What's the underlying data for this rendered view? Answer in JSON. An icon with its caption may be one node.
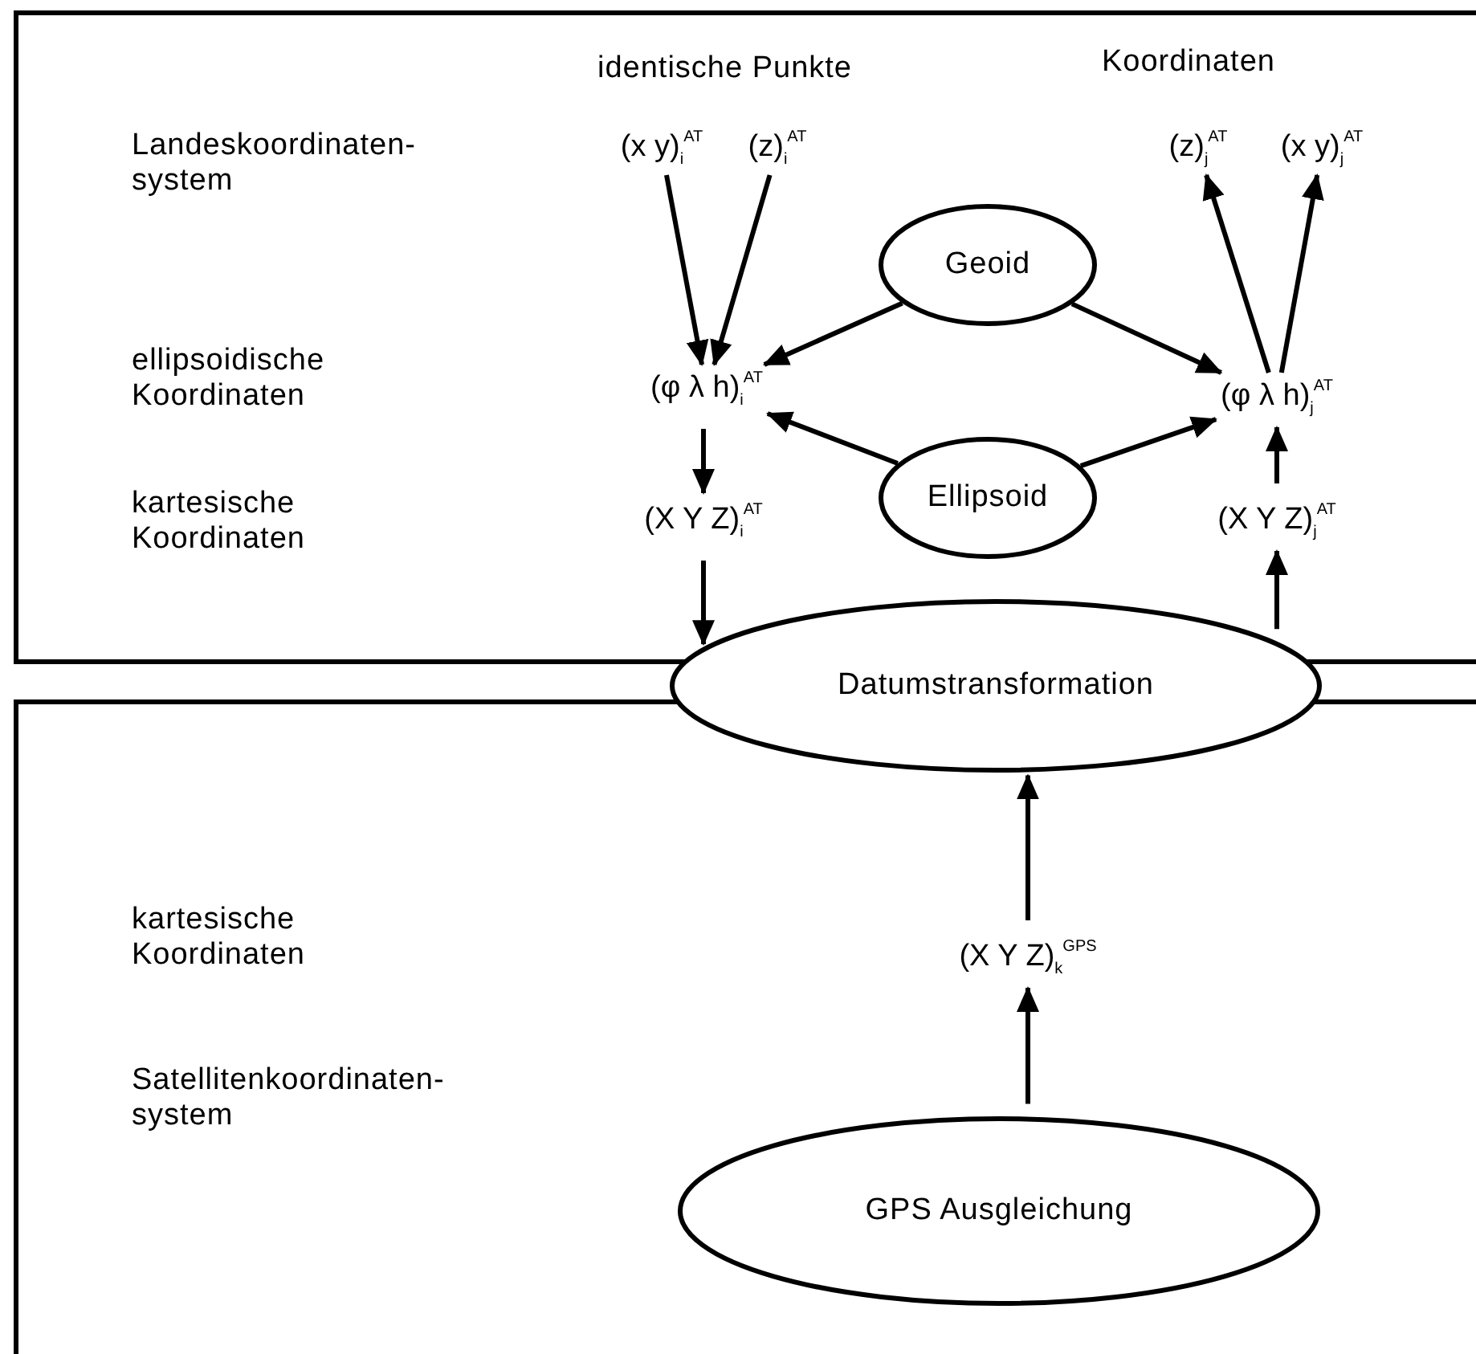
{
  "diagram": {
    "nodes": [
      {
        "text": [
          "(x y)$_{i}$$^{AT}$"
        ]
      },
      {
        "text": [
          "(z)$_{i}$$^{AT}$"
        ]
      },
      {
        "text": [
          "(z)$_{j}$$^{AT}$"
        ]
      },
      {
        "text": [
          "(x y)$_{j}$$^{AT}$"
        ]
      },
      {
        "text": [
          "Geoid"
        ]
      },
      {
        "text": [
          "(φ λ h)$_{i}$$^{AT}$"
        ]
      },
      {
        "text": [
          "(φ λ h)$_{j}$$^{AT}$"
        ]
      },
      {
        "text": [
          "Ellipsoid"
        ]
      },
      {
        "text": [
          "(X Y Z)$_{i}$$^{AT}$"
        ]
      },
      {
        "text": [
          "(X Y Z)$_{j}$$^{AT}$"
        ]
      },
      {
        "text": [
          "Datumstransformation"
        ]
      },
      {
        "text": [
          "(X Y Z)$_{k}$$^{GPS}$"
        ]
      },
      {
        "text": [
          "GPS Ausgleichung"
        ]
      }
    ],
    "edges": [
      {
        "from": 0,
        "to": 5,
        "arrow": "to"
      },
      {
        "from": 1,
        "to": 5,
        "arrow": "to"
      },
      {
        "from": 4,
        "to": 5,
        "arrow": "to"
      },
      {
        "from": 4,
        "to": 6,
        "arrow": "to"
      },
      {
        "from": 6,
        "to": 2,
        "arrow": "to"
      },
      {
        "from": 6,
        "to": 3,
        "arrow": "to"
      },
      {
        "from": 7,
        "to": 5,
        "arrow": "to"
      },
      {
        "from": 7,
        "to": 6,
        "arrow": "to"
      },
      {
        "from": 5,
        "to": 8,
        "arrow": "to"
      },
      {
        "from": 8,
        "to": 10,
        "arrow": "to"
      },
      {
        "from": 9,
        "to": 6,
        "arrow": "to"
      },
      {
        "from": 10,
        "to": 9,
        "arrow": "to"
      },
      {
        "from": 12,
        "to": 11,
        "arrow": "to"
      },
      {
        "from": 11,
        "to": 10,
        "arrow": "to"
      }
    ],
    "labels": [
      "identische Punkte",
      "Koordinaten",
      "Landeskoordinaten- system",
      "ellipsoidische Koordinaten",
      "kartesische Koordinaten",
      "kartesische Koordinaten",
      "Satellitenkoordinaten- system"
    ]
  }
}
